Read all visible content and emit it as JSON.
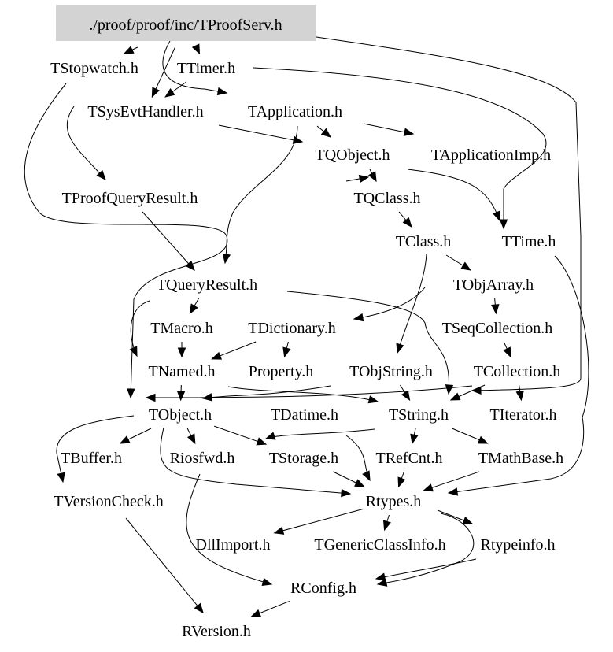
{
  "diagram": {
    "title": "./proof/proof/inc/TProofServ.h",
    "root_fill": "#d3d3d3",
    "nodes": [
      {
        "id": "root",
        "label": "./proof/proof/inc/TProofServ.h",
        "root": true
      },
      {
        "id": "TStopwatch",
        "label": "TStopwatch.h"
      },
      {
        "id": "TTimer",
        "label": "TTimer.h"
      },
      {
        "id": "TSysEvtHandler",
        "label": "TSysEvtHandler.h"
      },
      {
        "id": "TApplication",
        "label": "TApplication.h"
      },
      {
        "id": "TQObject",
        "label": "TQObject.h"
      },
      {
        "id": "TApplicationImp",
        "label": "TApplicationImp.h"
      },
      {
        "id": "TProofQueryResult",
        "label": "TProofQueryResult.h"
      },
      {
        "id": "TQClass",
        "label": "TQClass.h"
      },
      {
        "id": "TClass",
        "label": "TClass.h"
      },
      {
        "id": "TTime",
        "label": "TTime.h"
      },
      {
        "id": "TQueryResult",
        "label": "TQueryResult.h"
      },
      {
        "id": "TObjArray",
        "label": "TObjArray.h"
      },
      {
        "id": "TMacro",
        "label": "TMacro.h"
      },
      {
        "id": "TDictionary",
        "label": "TDictionary.h"
      },
      {
        "id": "TSeqCollection",
        "label": "TSeqCollection.h"
      },
      {
        "id": "TNamed",
        "label": "TNamed.h"
      },
      {
        "id": "Property",
        "label": "Property.h"
      },
      {
        "id": "TObjString",
        "label": "TObjString.h"
      },
      {
        "id": "TCollection",
        "label": "TCollection.h"
      },
      {
        "id": "TObject",
        "label": "TObject.h"
      },
      {
        "id": "TDatime",
        "label": "TDatime.h"
      },
      {
        "id": "TString",
        "label": "TString.h"
      },
      {
        "id": "TIterator",
        "label": "TIterator.h"
      },
      {
        "id": "TBuffer",
        "label": "TBuffer.h"
      },
      {
        "id": "Riosfwd",
        "label": "Riosfwd.h"
      },
      {
        "id": "TStorage",
        "label": "TStorage.h"
      },
      {
        "id": "TRefCnt",
        "label": "TRefCnt.h"
      },
      {
        "id": "TMathBase",
        "label": "TMathBase.h"
      },
      {
        "id": "TVersionCheck",
        "label": "TVersionCheck.h"
      },
      {
        "id": "Rtypes",
        "label": "Rtypes.h"
      },
      {
        "id": "DllImport",
        "label": "DllImport.h"
      },
      {
        "id": "TGenericClassInfo",
        "label": "TGenericClassInfo.h"
      },
      {
        "id": "Rtypeinfo",
        "label": "Rtypeinfo.h"
      },
      {
        "id": "RConfig",
        "label": "RConfig.h"
      },
      {
        "id": "RVersion",
        "label": "RVersion.h"
      }
    ],
    "edges": [
      [
        "root",
        "TStopwatch"
      ],
      [
        "root",
        "TTimer"
      ],
      [
        "root",
        "TSysEvtHandler"
      ],
      [
        "root",
        "TApplication"
      ],
      [
        "root",
        "TCollection"
      ],
      [
        "TTimer",
        "TSysEvtHandler"
      ],
      [
        "TTimer",
        "TTime"
      ],
      [
        "TStopwatch",
        "TObject"
      ],
      [
        "TSysEvtHandler",
        "TQObject"
      ],
      [
        "TSysEvtHandler",
        "TProofQueryResult"
      ],
      [
        "TApplication",
        "TQObject"
      ],
      [
        "TApplication",
        "TApplicationImp"
      ],
      [
        "TApplication",
        "TQueryResult"
      ],
      [
        "TQObject",
        "TQClass"
      ],
      [
        "TQObject",
        "TTime"
      ],
      [
        "TApplicationImp",
        "TQClass"
      ],
      [
        "TProofQueryResult",
        "TQueryResult"
      ],
      [
        "TQClass",
        "TClass"
      ],
      [
        "TClass",
        "TObjArray"
      ],
      [
        "TClass",
        "TDictionary"
      ],
      [
        "TClass",
        "TObjString"
      ],
      [
        "TTime",
        "Rtypes"
      ],
      [
        "TQueryResult",
        "TMacro"
      ],
      [
        "TQueryResult",
        "TNamed"
      ],
      [
        "TQueryResult",
        "TString"
      ],
      [
        "TObjArray",
        "TSeqCollection"
      ],
      [
        "TMacro",
        "TNamed"
      ],
      [
        "TDictionary",
        "TNamed"
      ],
      [
        "TDictionary",
        "Property"
      ],
      [
        "TSeqCollection",
        "TCollection"
      ],
      [
        "TNamed",
        "TObject"
      ],
      [
        "TNamed",
        "TString"
      ],
      [
        "TObjString",
        "TObject"
      ],
      [
        "TObjString",
        "TString"
      ],
      [
        "TCollection",
        "TObject"
      ],
      [
        "TCollection",
        "TString"
      ],
      [
        "TCollection",
        "TIterator"
      ],
      [
        "TObject",
        "TBuffer"
      ],
      [
        "TObject",
        "Riosfwd"
      ],
      [
        "TObject",
        "TStorage"
      ],
      [
        "TObject",
        "TVersionCheck"
      ],
      [
        "TObject",
        "Rtypes"
      ],
      [
        "TString",
        "TRefCnt"
      ],
      [
        "TString",
        "TMathBase"
      ],
      [
        "TString",
        "TStorage"
      ],
      [
        "TString",
        "Rtypes"
      ],
      [
        "TStorage",
        "Rtypes"
      ],
      [
        "TRefCnt",
        "Rtypes"
      ],
      [
        "TMathBase",
        "Rtypes"
      ],
      [
        "TVersionCheck",
        "RVersion"
      ],
      [
        "Riosfwd",
        "RConfig"
      ],
      [
        "Rtypes",
        "DllImport"
      ],
      [
        "Rtypes",
        "TGenericClassInfo"
      ],
      [
        "Rtypes",
        "Rtypeinfo"
      ],
      [
        "Rtypes",
        "RConfig"
      ],
      [
        "Rtypeinfo",
        "RConfig"
      ],
      [
        "RConfig",
        "RVersion"
      ]
    ]
  }
}
